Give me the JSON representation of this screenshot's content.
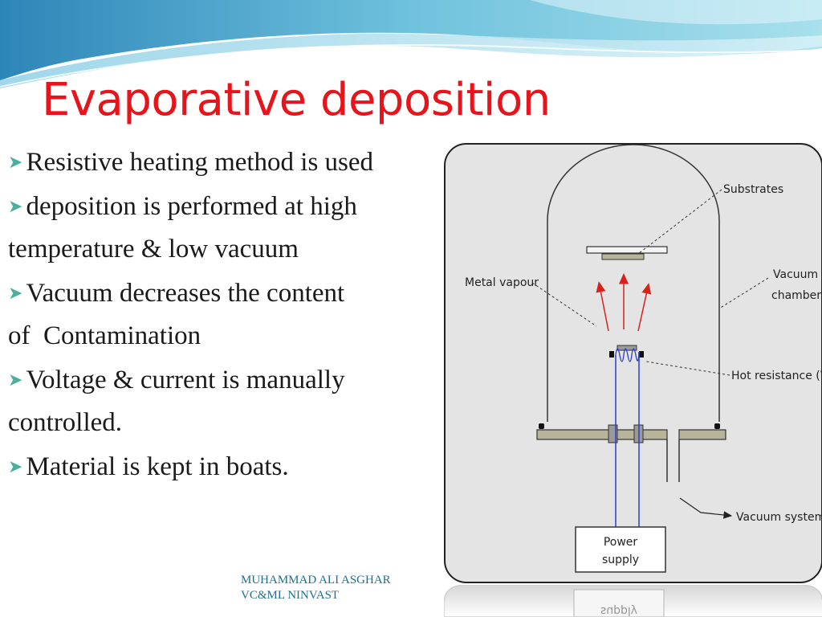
{
  "slide": {
    "title": "Evaporative deposition",
    "bullets": [
      {
        "marker": true,
        "text": "Resistive heating method is used"
      },
      {
        "marker": true,
        "text": "deposition is performed at high"
      },
      {
        "marker": false,
        "text": "temperature & low vacuum"
      },
      {
        "marker": true,
        "text": "Vacuum decreases the content"
      },
      {
        "marker": false,
        "text": "of  Contamination"
      },
      {
        "marker": true,
        "text": "Voltage & current is manually"
      },
      {
        "marker": false,
        "text": "controlled."
      },
      {
        "marker": true,
        "text": "Material is kept in boats."
      }
    ],
    "footer": {
      "line1": "MUHAMMAD ALI ASGHAR",
      "line2": "VC&ML NINVAST"
    }
  },
  "diagram": {
    "labels": {
      "substrates": "Substrates",
      "metal_vapour": "Metal vapour",
      "vacuum_chamber_1": "Vacuum",
      "vacuum_chamber_2": "chamber",
      "hot_resistance": "Hot resistance (W)",
      "vacuum_system": "Vacuum system",
      "power_supply_1": "Power",
      "power_supply_2": "supply"
    }
  },
  "colors": {
    "title": "#e8141b",
    "bullet_marker": "#4caf9e",
    "footer_text": "#1f6f8b",
    "vapour_arrows": "#d9201b",
    "wires": "#2a3fc4",
    "base_plate": "#b8b49a"
  }
}
